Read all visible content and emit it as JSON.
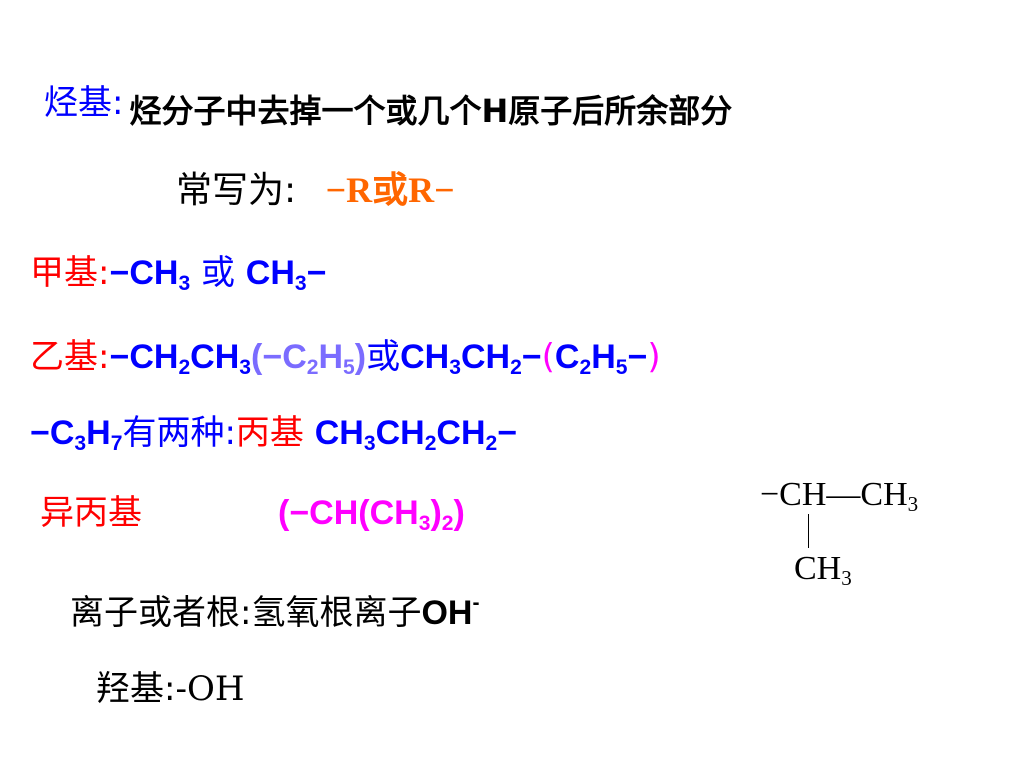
{
  "hydrocarbyl": {
    "term": "烃基:",
    "definition": "烃分子中去掉一个或几个H原子后所余部分"
  },
  "notation": {
    "prefix": "常写为:",
    "formula": "−R或R−"
  },
  "methyl": {
    "name": "甲基:",
    "f1": "−CH",
    "s1": "3",
    "or": " 或 ",
    "f2": "CH",
    "s2": "3",
    "dash": "−"
  },
  "ethyl": {
    "name": "乙基:",
    "a": "−CH",
    "as": "2",
    "b": "CH",
    "bs": "3",
    "p_open": "(−C",
    "ps1": "2",
    "p_h": "H",
    "ps2": "5",
    "p_close": ")",
    "or": "或",
    "c": "CH",
    "cs": "3",
    "d": "CH",
    "ds": "2",
    "d_dash": "−",
    "q_open": "(",
    "q_c": "C",
    "qs1": "2",
    "q_h": "H",
    "qs2": "5",
    "q_dash": "−",
    "q_close": ")"
  },
  "propyl": {
    "a": "−C",
    "as": "3",
    "b": "H",
    "bs": "7",
    "text": "有两种:",
    "name": "丙基 ",
    "c": "CH",
    "cs": "3",
    "d": "CH",
    "ds": "2",
    "e": "CH",
    "es": "2",
    "dash": "−"
  },
  "isopropyl": {
    "name": "异丙基",
    "open": "(−CH(CH",
    "s1": "3",
    "mid": ")",
    "s2": "2",
    "close": ")"
  },
  "structure": {
    "top_a": "−CH—CH",
    "top_s": "3",
    "bottom": "CH",
    "bottom_s": "3"
  },
  "ion": {
    "text": "离子或者根:氢氧根离子",
    "formula": "OH",
    "charge": "-"
  },
  "hydroxyl": {
    "text": "羟基:",
    "formula": "-OH"
  }
}
